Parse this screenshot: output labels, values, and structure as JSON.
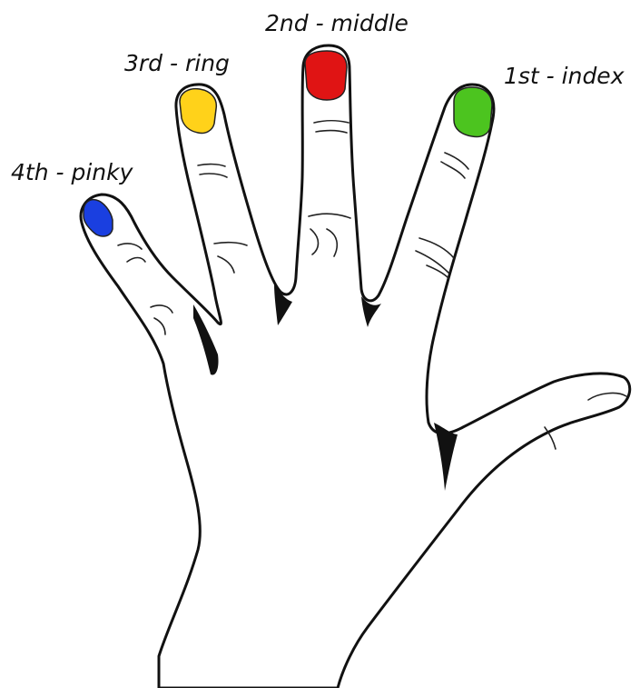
{
  "labels": {
    "index": "1st - index",
    "middle": "2nd - middle",
    "ring": "3rd - ring",
    "pinky": "4th - pinky"
  },
  "nail_colors": {
    "index": "#4cc41f",
    "middle": "#e01414",
    "ring": "#ffd21a",
    "pinky": "#1a3fe0"
  }
}
